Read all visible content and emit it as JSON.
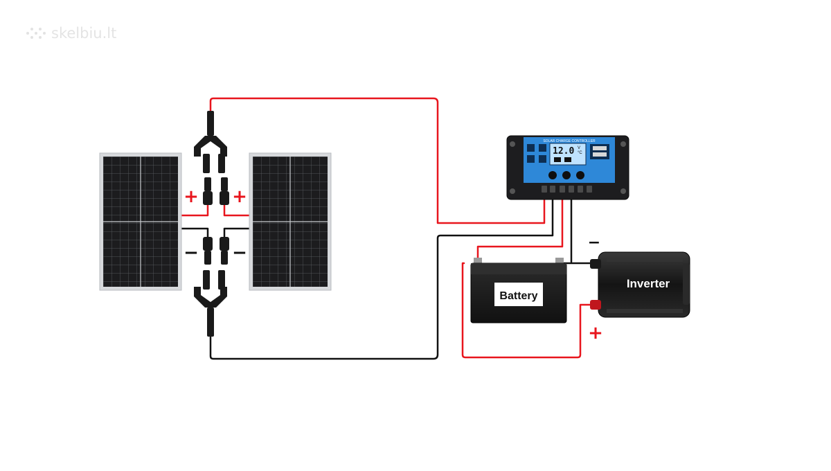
{
  "watermark": {
    "text": "skelbiu.lt",
    "icon": "grid-dots-icon"
  },
  "labels": {
    "battery": "Battery",
    "inverter": "Inverter",
    "plus": "+",
    "minus": "−"
  },
  "controller": {
    "title": "SOLAR CHARGE CONTROLLER",
    "voltage": "12.0",
    "unit_v": "V",
    "unit_c": "°C"
  },
  "colors": {
    "positive_wire": "#e8151d",
    "negative_wire": "#111111",
    "panel_cell": "#1c1c1e",
    "controller_screen": "#2e88d8",
    "lcd": "#bfe3ff"
  },
  "components": [
    {
      "name": "solar-panel-left",
      "icon": "solar-panel-icon"
    },
    {
      "name": "solar-panel-right",
      "icon": "solar-panel-icon"
    },
    {
      "name": "solar-charge-controller",
      "icon": "charge-controller-icon"
    },
    {
      "name": "battery",
      "icon": "battery-icon"
    },
    {
      "name": "inverter",
      "icon": "inverter-icon"
    }
  ]
}
